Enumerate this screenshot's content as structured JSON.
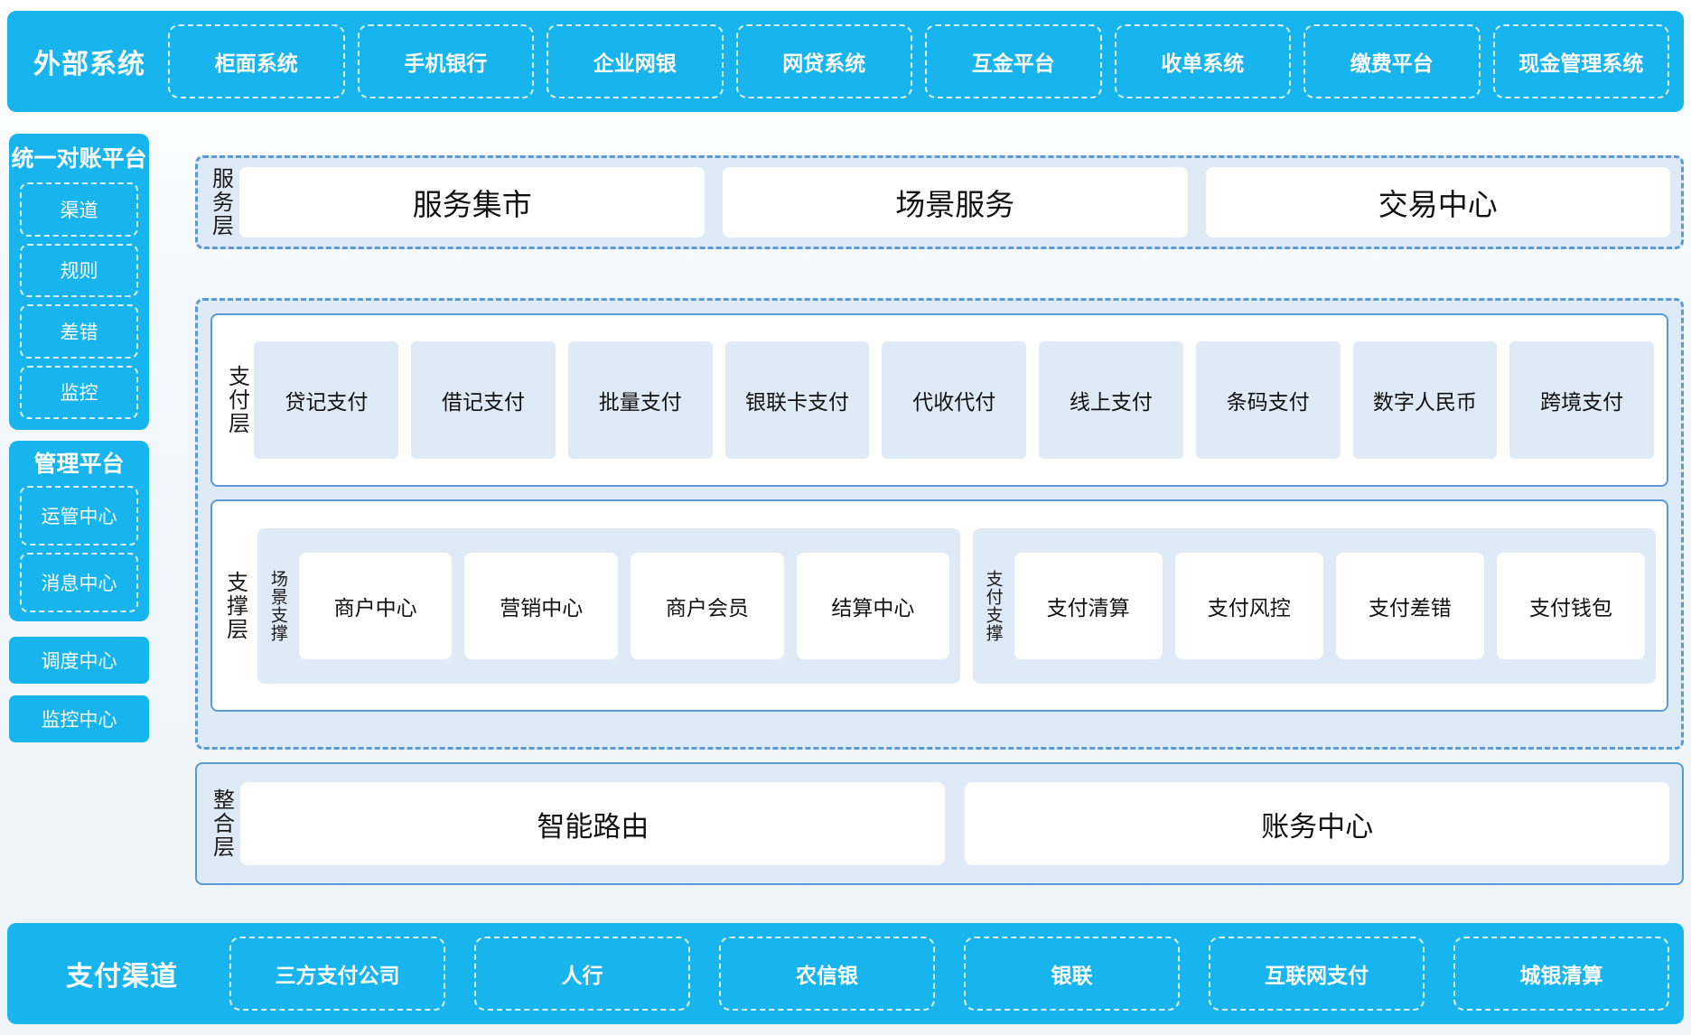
{
  "external": {
    "title": "外部系统",
    "items": [
      "柜面系统",
      "手机银行",
      "企业网银",
      "网贷系统",
      "互金平台",
      "收单系统",
      "缴费平台",
      "现金管理系统"
    ]
  },
  "sidebar": {
    "recon": {
      "title": "统一对账平台",
      "items": [
        "渠道",
        "规则",
        "差错",
        "监控"
      ]
    },
    "manage": {
      "title": "管理平台",
      "items": [
        "运管中心",
        "消息中心"
      ]
    },
    "scheduling_center": "调度中心",
    "monitoring_center": "监控中心"
  },
  "service_layer": {
    "label": "服务层",
    "cards": [
      "服务集市",
      "场景服务",
      "交易中心"
    ]
  },
  "payment_layer": {
    "label": "支付层",
    "cards": [
      "贷记支付",
      "借记支付",
      "批量支付",
      "银联卡支付",
      "代收代付",
      "线上支付",
      "条码支付",
      "数字人民币",
      "跨境支付"
    ]
  },
  "support_layer": {
    "label": "支撑层",
    "groups": [
      {
        "label": "场景支撑",
        "cards": [
          "商户中心",
          "营销中心",
          "商户会员",
          "结算中心"
        ]
      },
      {
        "label": "支付支撑",
        "cards": [
          "支付清算",
          "支付风控",
          "支付差错",
          "支付钱包"
        ]
      }
    ]
  },
  "integration_layer": {
    "label": "整合层",
    "cards": [
      "智能路由",
      "账务中心"
    ]
  },
  "channels": {
    "title": "支付渠道",
    "items": [
      "三方支付公司",
      "人行",
      "农信银",
      "银联",
      "互联网支付",
      "城银清算"
    ]
  },
  "colors": {
    "brand_blue": "#18b4ee",
    "panel_fill": "#dfeaf7",
    "border_blue": "#5b9bd5",
    "card_white": "#ffffff"
  }
}
